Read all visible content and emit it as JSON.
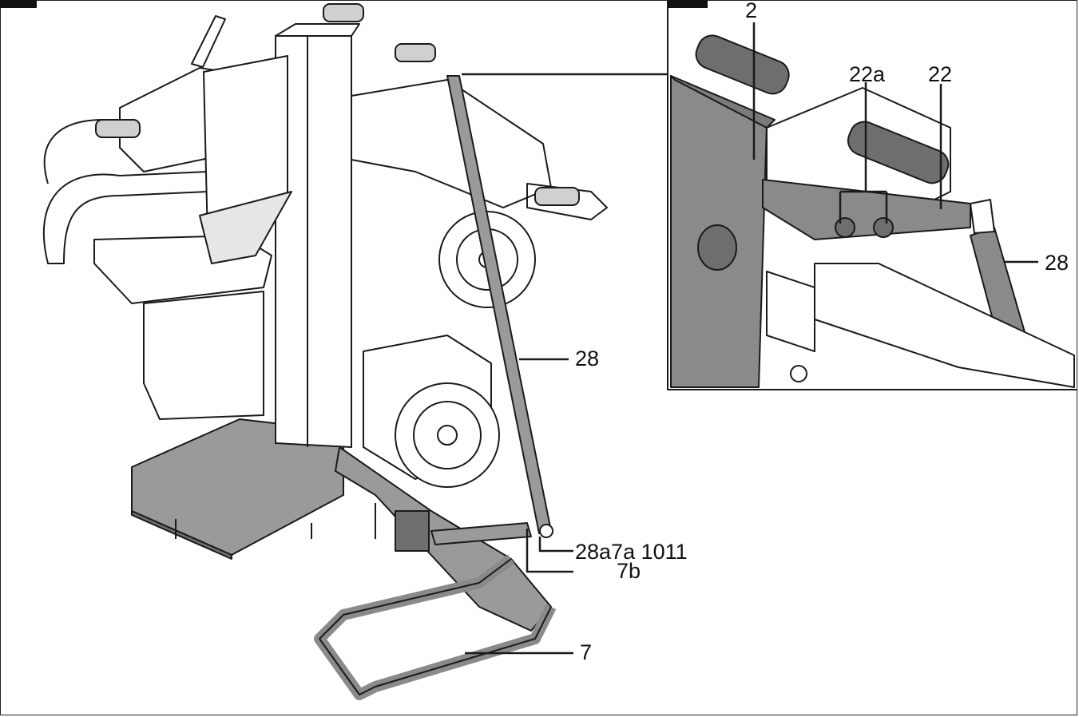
{
  "labels": {
    "main_28": "28",
    "main_28a_7a_10_11": "28a7a 1011",
    "main_7b": "7b",
    "main_7": "7",
    "inset_2": "2",
    "inset_22a": "22a",
    "inset_22": "22",
    "inset_28": "28"
  },
  "colors": {
    "line": "#1a1a1a",
    "fill_light": "#ffffff",
    "fill_gray": "#9a9a9a",
    "fill_dark": "#6e6e6e"
  }
}
